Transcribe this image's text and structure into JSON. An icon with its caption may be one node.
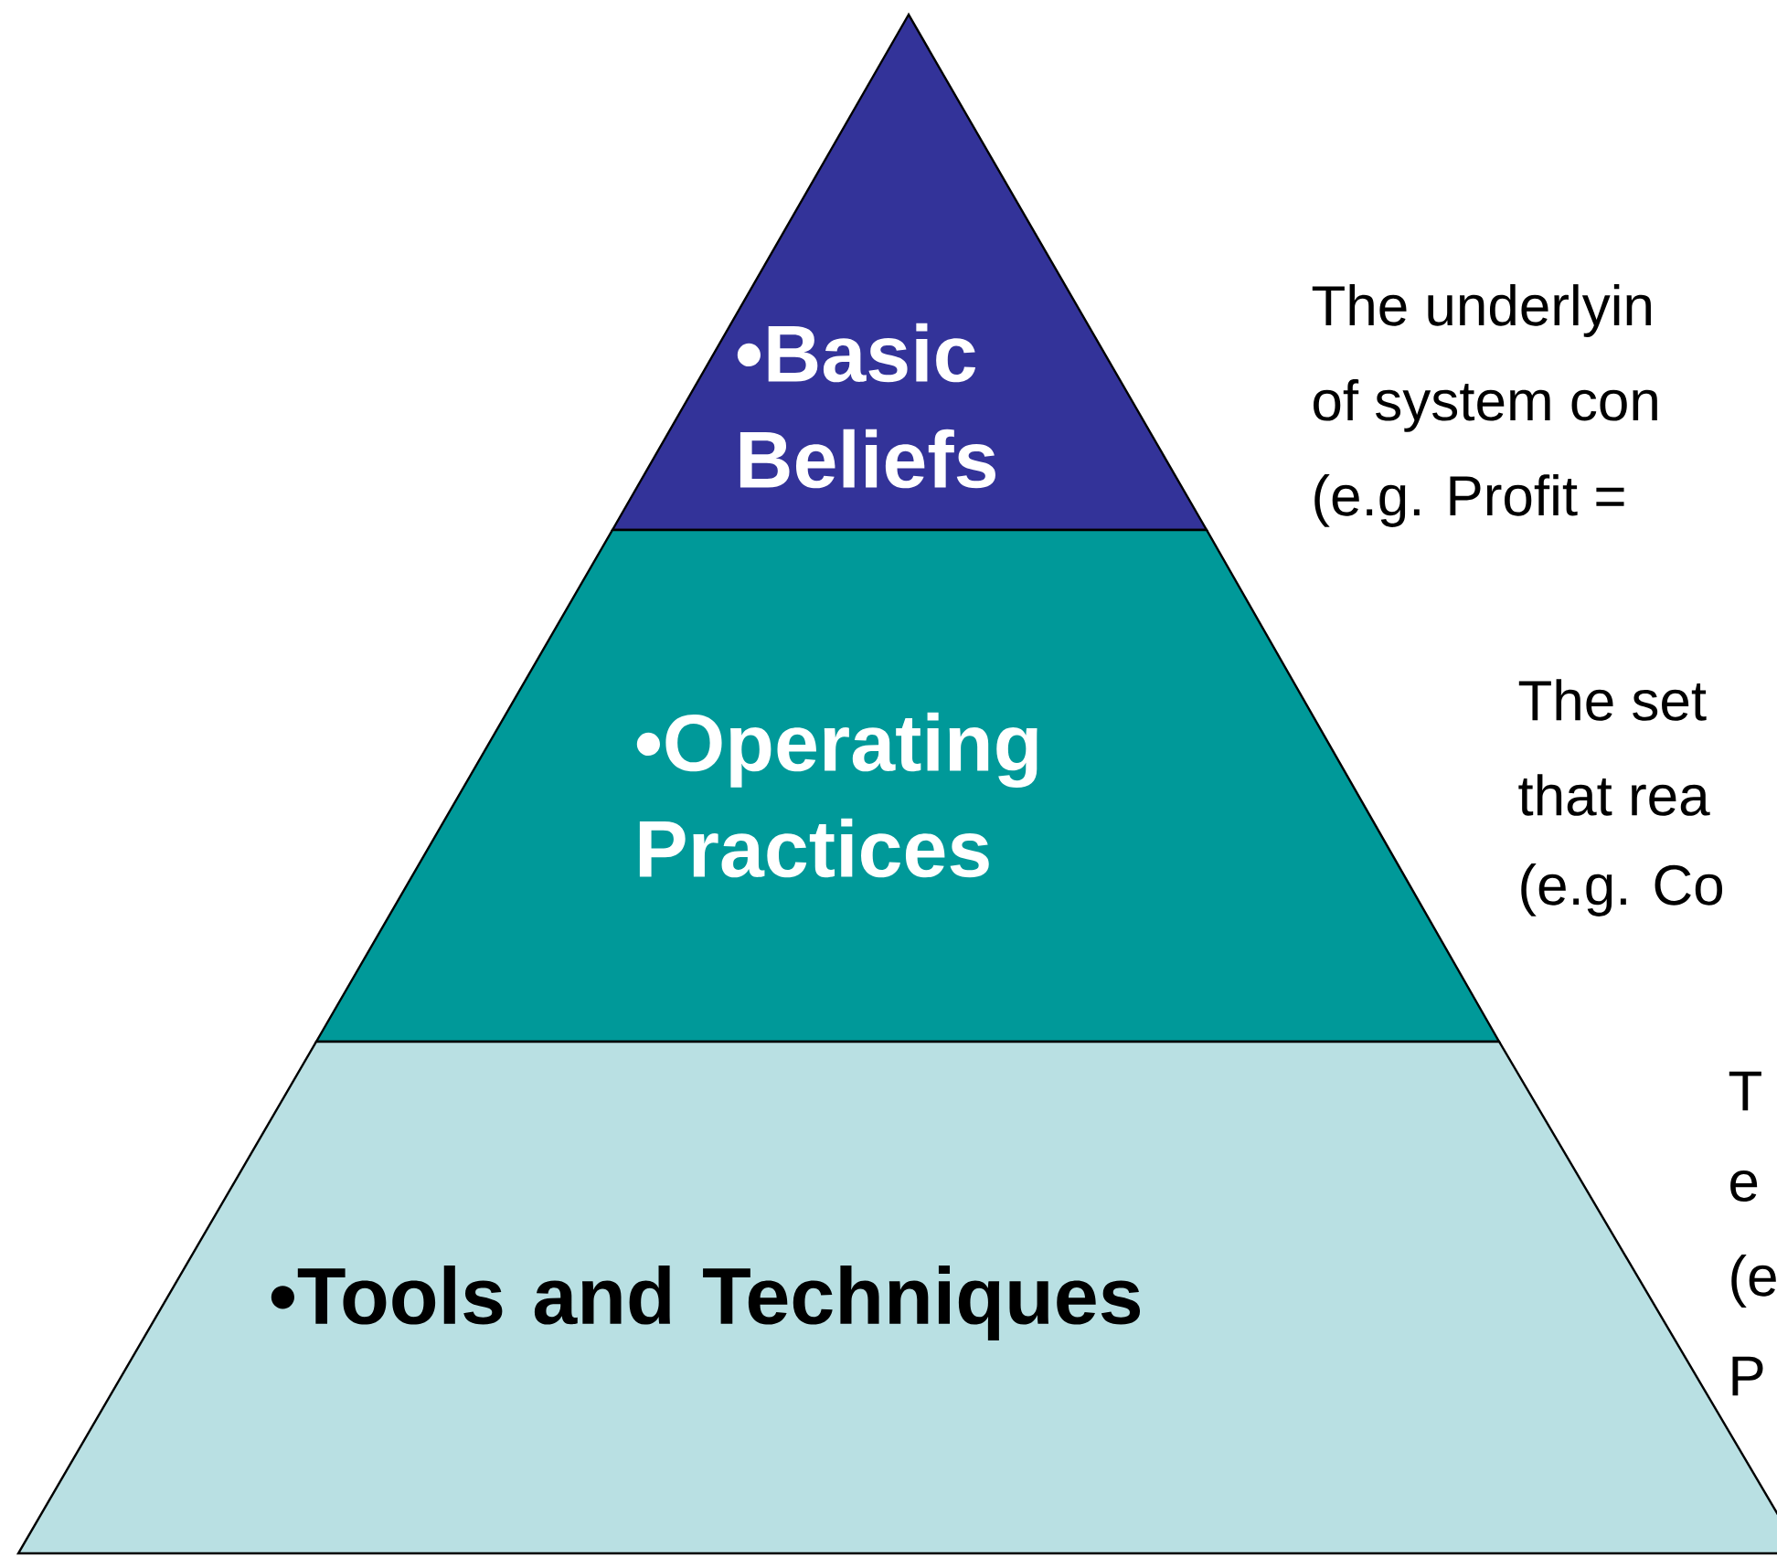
{
  "diagram": {
    "nodes": [
      {
        "text": [
          "•Basic Beliefs"
        ]
      },
      {
        "text": [
          "•Operating Practices"
        ]
      },
      {
        "text": [
          "•Tools and Techniques"
        ]
      }
    ],
    "labels": [
      "The underlyin",
      "of system con",
      "(e.g. Profit =",
      "The set",
      "that rea",
      "(e.g. Co",
      "T",
      "e",
      "(e",
      "P"
    ]
  }
}
